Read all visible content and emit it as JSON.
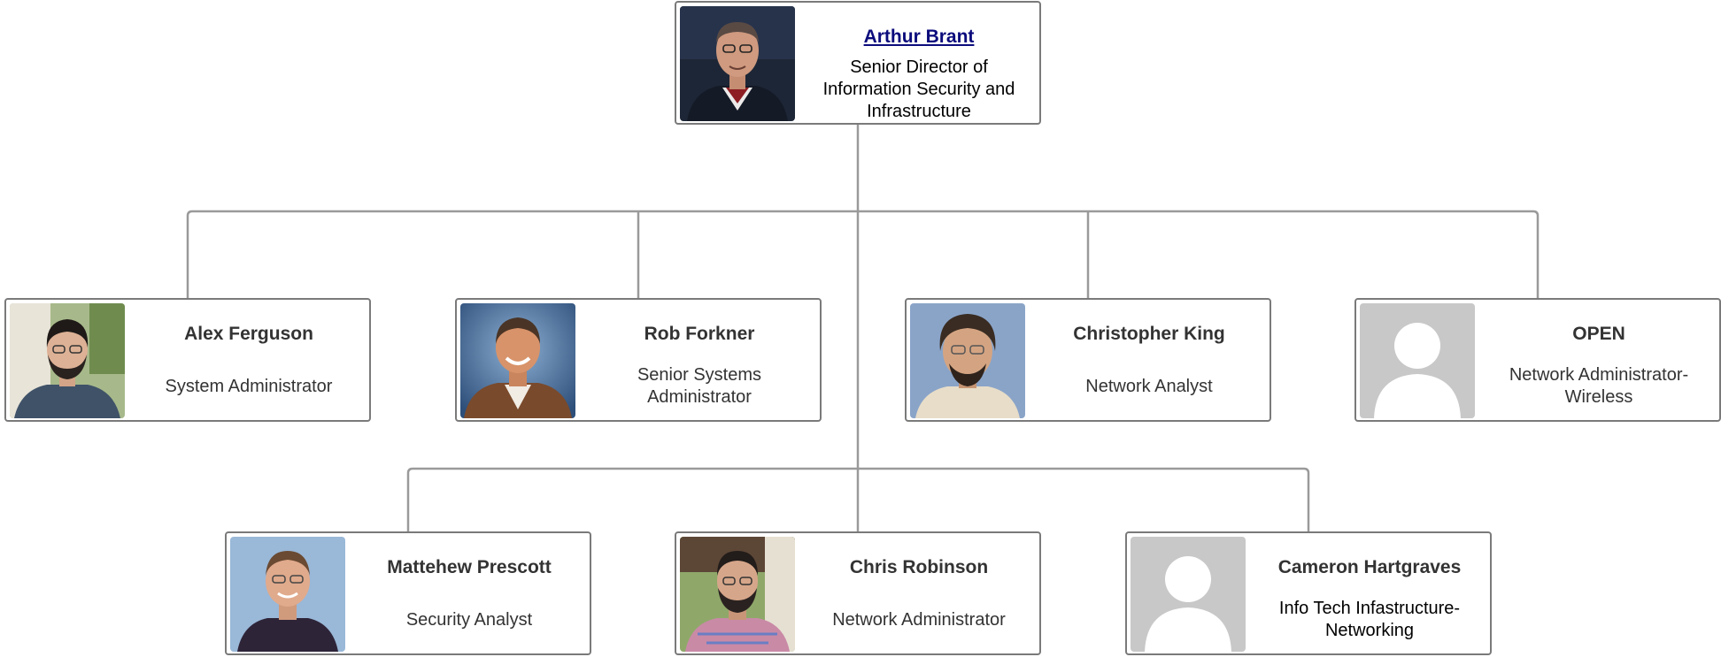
{
  "org_chart": {
    "manager": {
      "name": "Arthur Brant",
      "title": "Senior Director of Information Security and Infrastructure"
    },
    "row1": [
      {
        "name": "Alex Ferguson",
        "title": "System Administrator"
      },
      {
        "name": "Rob Forkner",
        "title": "Senior Systems Administrator"
      },
      {
        "name": "Christopher King",
        "title": "Network Analyst"
      },
      {
        "name": "OPEN",
        "title": "Network Administrator-Wireless"
      }
    ],
    "row2": [
      {
        "name": "Mattehew Prescott",
        "title": "Security Analyst"
      },
      {
        "name": "Chris Robinson",
        "title": "Network Administrator"
      },
      {
        "name": "Cameron Hartgraves",
        "title": "Info Tech Infastructure-Networking"
      }
    ]
  },
  "colors": {
    "connector": "#9a9a9a",
    "border": "#7a7a7a",
    "link": "#0b0b7c",
    "placeholder_bg": "#c8c8c8"
  }
}
